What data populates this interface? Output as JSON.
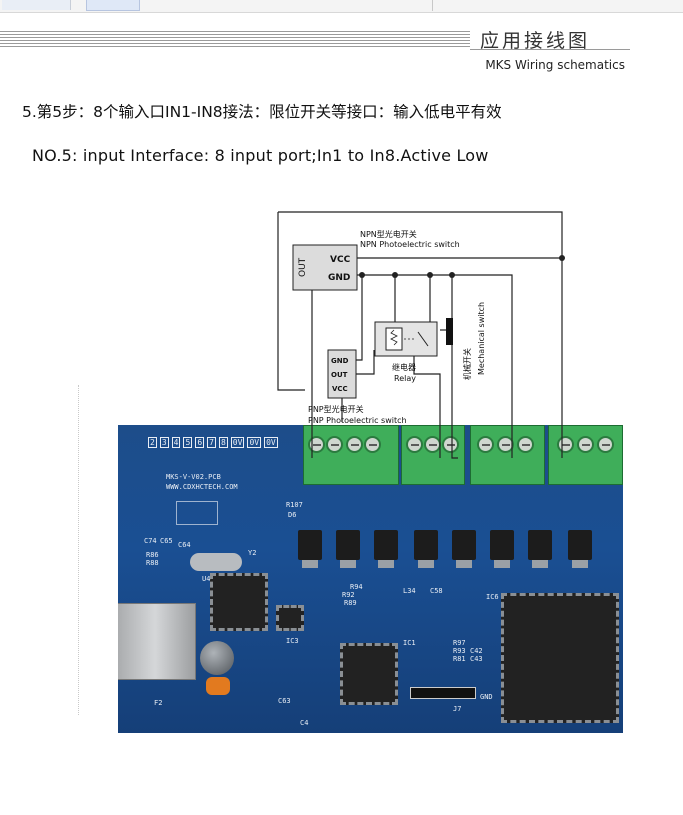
{
  "header": {
    "title": "应用接线图",
    "subtitle": "MKS Wiring schematics"
  },
  "step": {
    "cn": "5.第5步：8个输入口IN1-IN8接法：限位开关等接口：输入低电平有效",
    "en": "NO.5:   input  Interface:  8 input port;In1 to In8.Active Low"
  },
  "diagram": {
    "npn_title_cn": "NPN型光电开关",
    "npn_title_en": "NPN Photoelectric switch",
    "npn_out": "OUT",
    "npn_vcc": "VCC",
    "npn_gnd": "GND",
    "pnp_gnd": "GND",
    "pnp_out": "OUT",
    "pnp_vcc": "VCC",
    "pnp_title_cn": "PNP型光电开关",
    "pnp_title_en": "PNP Photoelectric switch",
    "relay_cn": "继电器",
    "relay_en": "Relay",
    "mech_cn": "机械开关",
    "mech_en": "Mechanical switch"
  },
  "board": {
    "pin_labels": [
      "2",
      "3",
      "4",
      "5",
      "6",
      "7",
      "8",
      "0V",
      "0V",
      "0V"
    ],
    "pcb_name": "MKS-V-V02.PCB",
    "pcb_site": "WWW.CDXHCTECH.COM",
    "silk_labels": [
      "D6",
      "R107",
      "R86",
      "R88",
      "C74",
      "C65",
      "C64",
      "Y2",
      "U4",
      "IC1",
      "IC3",
      "IC6",
      "R94",
      "R92",
      "R89",
      "L34",
      "C58",
      "R97",
      "R93",
      "R81",
      "C42",
      "C43",
      "J7",
      "GND",
      "F2",
      "C63",
      "C4"
    ]
  },
  "colors": {
    "board_blue": "#1a4f93",
    "terminal_green": "#3fae5a",
    "wire": "#222222"
  }
}
